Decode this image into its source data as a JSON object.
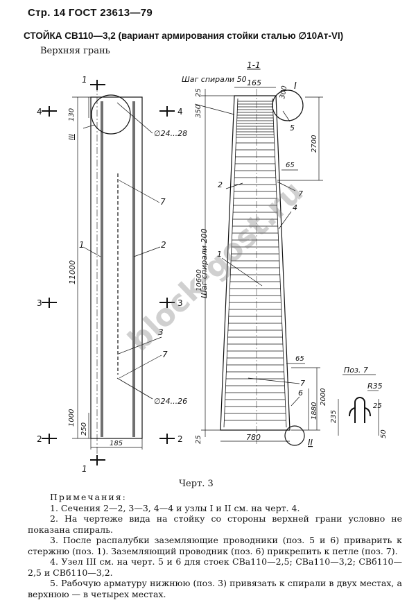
{
  "header": "Стр. 14 ГОСТ 23613—79",
  "title": "СТОЙКА СВ110—3,2 (вариант армирования стойки сталью ∅10Ат-VI)",
  "subtitle": "Верхняя грань",
  "left_view": {
    "sec4": "4",
    "sec3": "3",
    "sec2": "2",
    "sec1": "1",
    "len": "11000",
    "dim130": "130",
    "dim1000": "1000",
    "dim250": "250",
    "width": "185",
    "node3": "III",
    "dia_top": "∅24...28",
    "dia_bot": "∅24...26",
    "p1": "1",
    "p2": "2",
    "p3": "3",
    "p7a": "7",
    "p7b": "7"
  },
  "right_view": {
    "section": "1-1",
    "spiral_top": "Шаг спирали 50",
    "spiral_mid": "Шаг спирали 200",
    "top_w": "165",
    "bot_w": "780",
    "d350": "350",
    "d25a": "25",
    "d300": "300",
    "d2700": "2700",
    "d65a": "65",
    "d10600": "10600",
    "d65b": "65",
    "d2000": "2000",
    "d1880": "1880",
    "d25b": "25",
    "node1": "I",
    "node2": "II",
    "p1": "1",
    "p2": "2",
    "p4": "4",
    "p5": "5",
    "p6": "6",
    "p7a": "7",
    "p7b": "7"
  },
  "detail": {
    "title": "Поз. 7",
    "r": "R35",
    "d25": "25",
    "d235": "235",
    "d50": "50"
  },
  "watermark": "block-gost.ru",
  "caption": "Черт. 3",
  "notes_heading": "Примечания:",
  "notes": [
    "1. Сечения 2—2, 3—3, 4—4 и узлы I и II см. на черт. 4.",
    "2. На чертеже вида на стойку со стороны верхней грани условно не показана спираль.",
    "3. После распалубки заземляющие проводники (поз. 5 и 6) приварить к стержню (поз. 1). Заземляющий проводник (поз. 6) прикрепить к петле (поз. 7).",
    "4. Узел III см. на черт. 5 и 6 для стоек СВа110—2,5; СВа110—3,2; СВб110—2,5 и СВб110—3,2.",
    "5. Рабочую арматуру нижнюю (поз. 3) привязать к спирали в двух местах, а верхнюю — в четырех местах."
  ]
}
